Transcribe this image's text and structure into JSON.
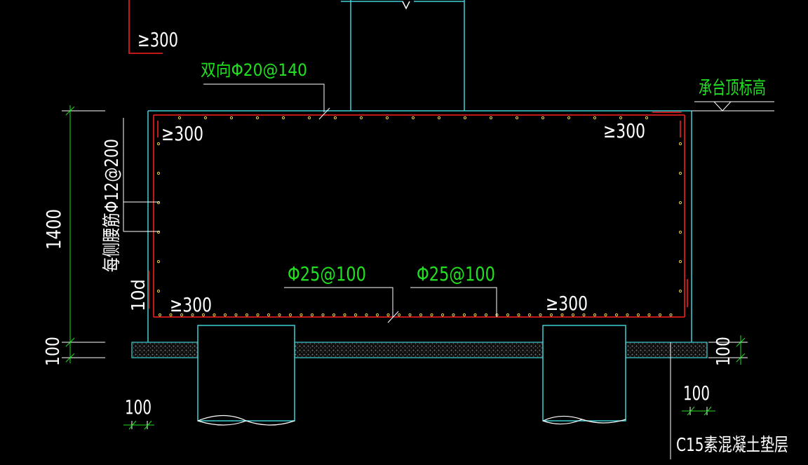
{
  "colors": {
    "background": "#000000",
    "outline": "#3fd0d8",
    "rebar": "#ff2020",
    "annotation_green": "#20e020",
    "annotation_white": "#ffffff",
    "rebar_dot": "#f0d040",
    "bedding": "#8a8a8a"
  },
  "labels": {
    "top_col_min": "≥300",
    "top_rebar": "双向Φ20@140",
    "cap_top_elev": "承台顶标高",
    "side_rebar": "每侧腰筋Φ12@200",
    "cap_height": "1400",
    "anchor_10d": "10d",
    "corner_tl": "≥300",
    "corner_tr": "≥300",
    "corner_bl": "≥300",
    "corner_br": "≥300",
    "bottom_rebar_1": "Φ25@100",
    "bottom_rebar_2": "Φ25@100",
    "bed_thk_left": "100",
    "bed_thk_right": "100",
    "ext_left": "100",
    "ext_right": "100",
    "bedding_note": "C15素混凝土垫层"
  }
}
